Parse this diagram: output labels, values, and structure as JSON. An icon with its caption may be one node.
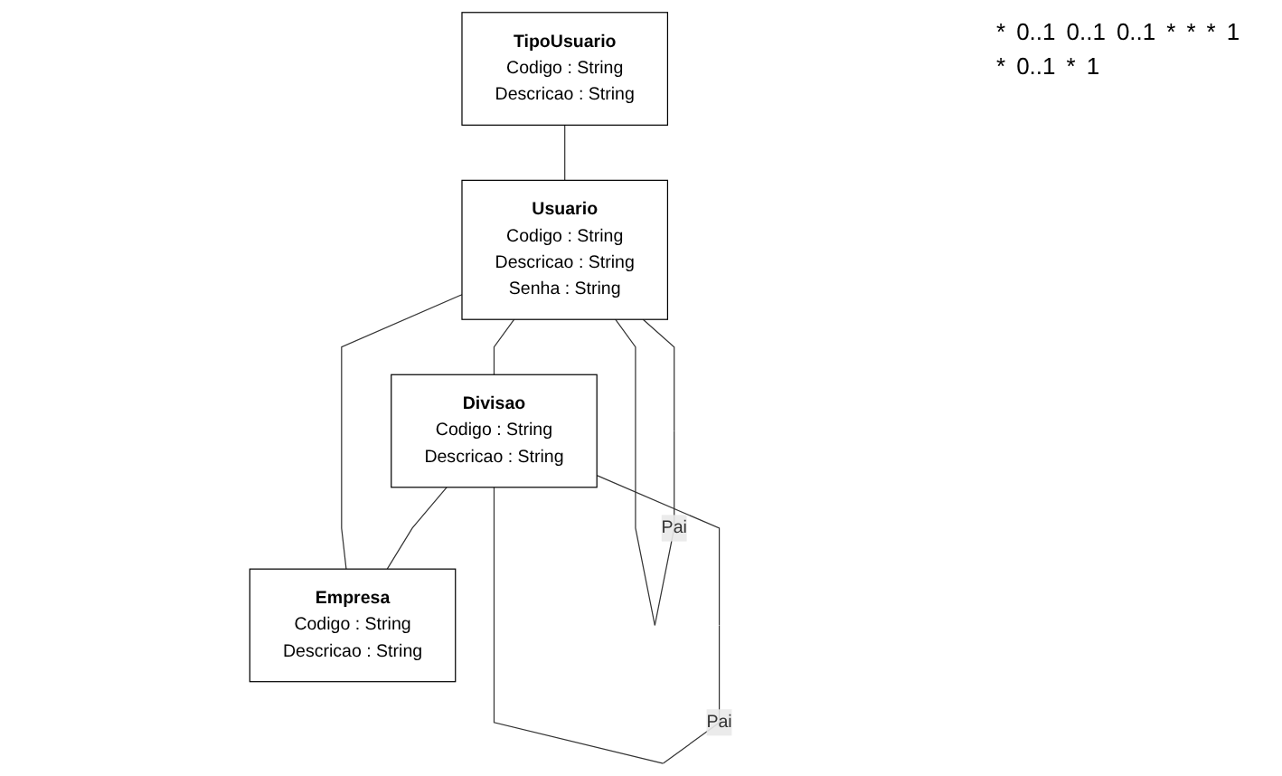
{
  "diagram": {
    "nodes": [
      {
        "text": [
          "TipoUsuario",
          "Codigo : String",
          "Descricao : String"
        ]
      },
      {
        "text": [
          "Divisao",
          "Codigo : String",
          "Descricao : String"
        ]
      },
      {
        "text": [
          "Usuario",
          "Codigo : String",
          "Descricao : String",
          "Senha : String"
        ]
      },
      {
        "text": [
          "Empresa",
          "Codigo : String",
          "Descricao : String"
        ]
      }
    ],
    "edges": [
      {
        "from": 1,
        "to": 1,
        "arrow": "none",
        "label": "Pai"
      },
      {
        "from": 0,
        "to": 2,
        "arrow": "none"
      },
      {
        "from": 2,
        "to": 2,
        "arrow": "none",
        "label": "Pai"
      },
      {
        "from": 2,
        "to": 1,
        "arrow": "none"
      },
      {
        "from": 1,
        "to": 3,
        "arrow": "none"
      },
      {
        "from": 2,
        "to": 3,
        "arrow": "none"
      }
    ],
    "labels": [
      "*",
      "0..1",
      "0..1",
      "0..1",
      "*",
      "*",
      "*",
      "1",
      "*",
      "0..1",
      "*",
      "1"
    ]
  }
}
